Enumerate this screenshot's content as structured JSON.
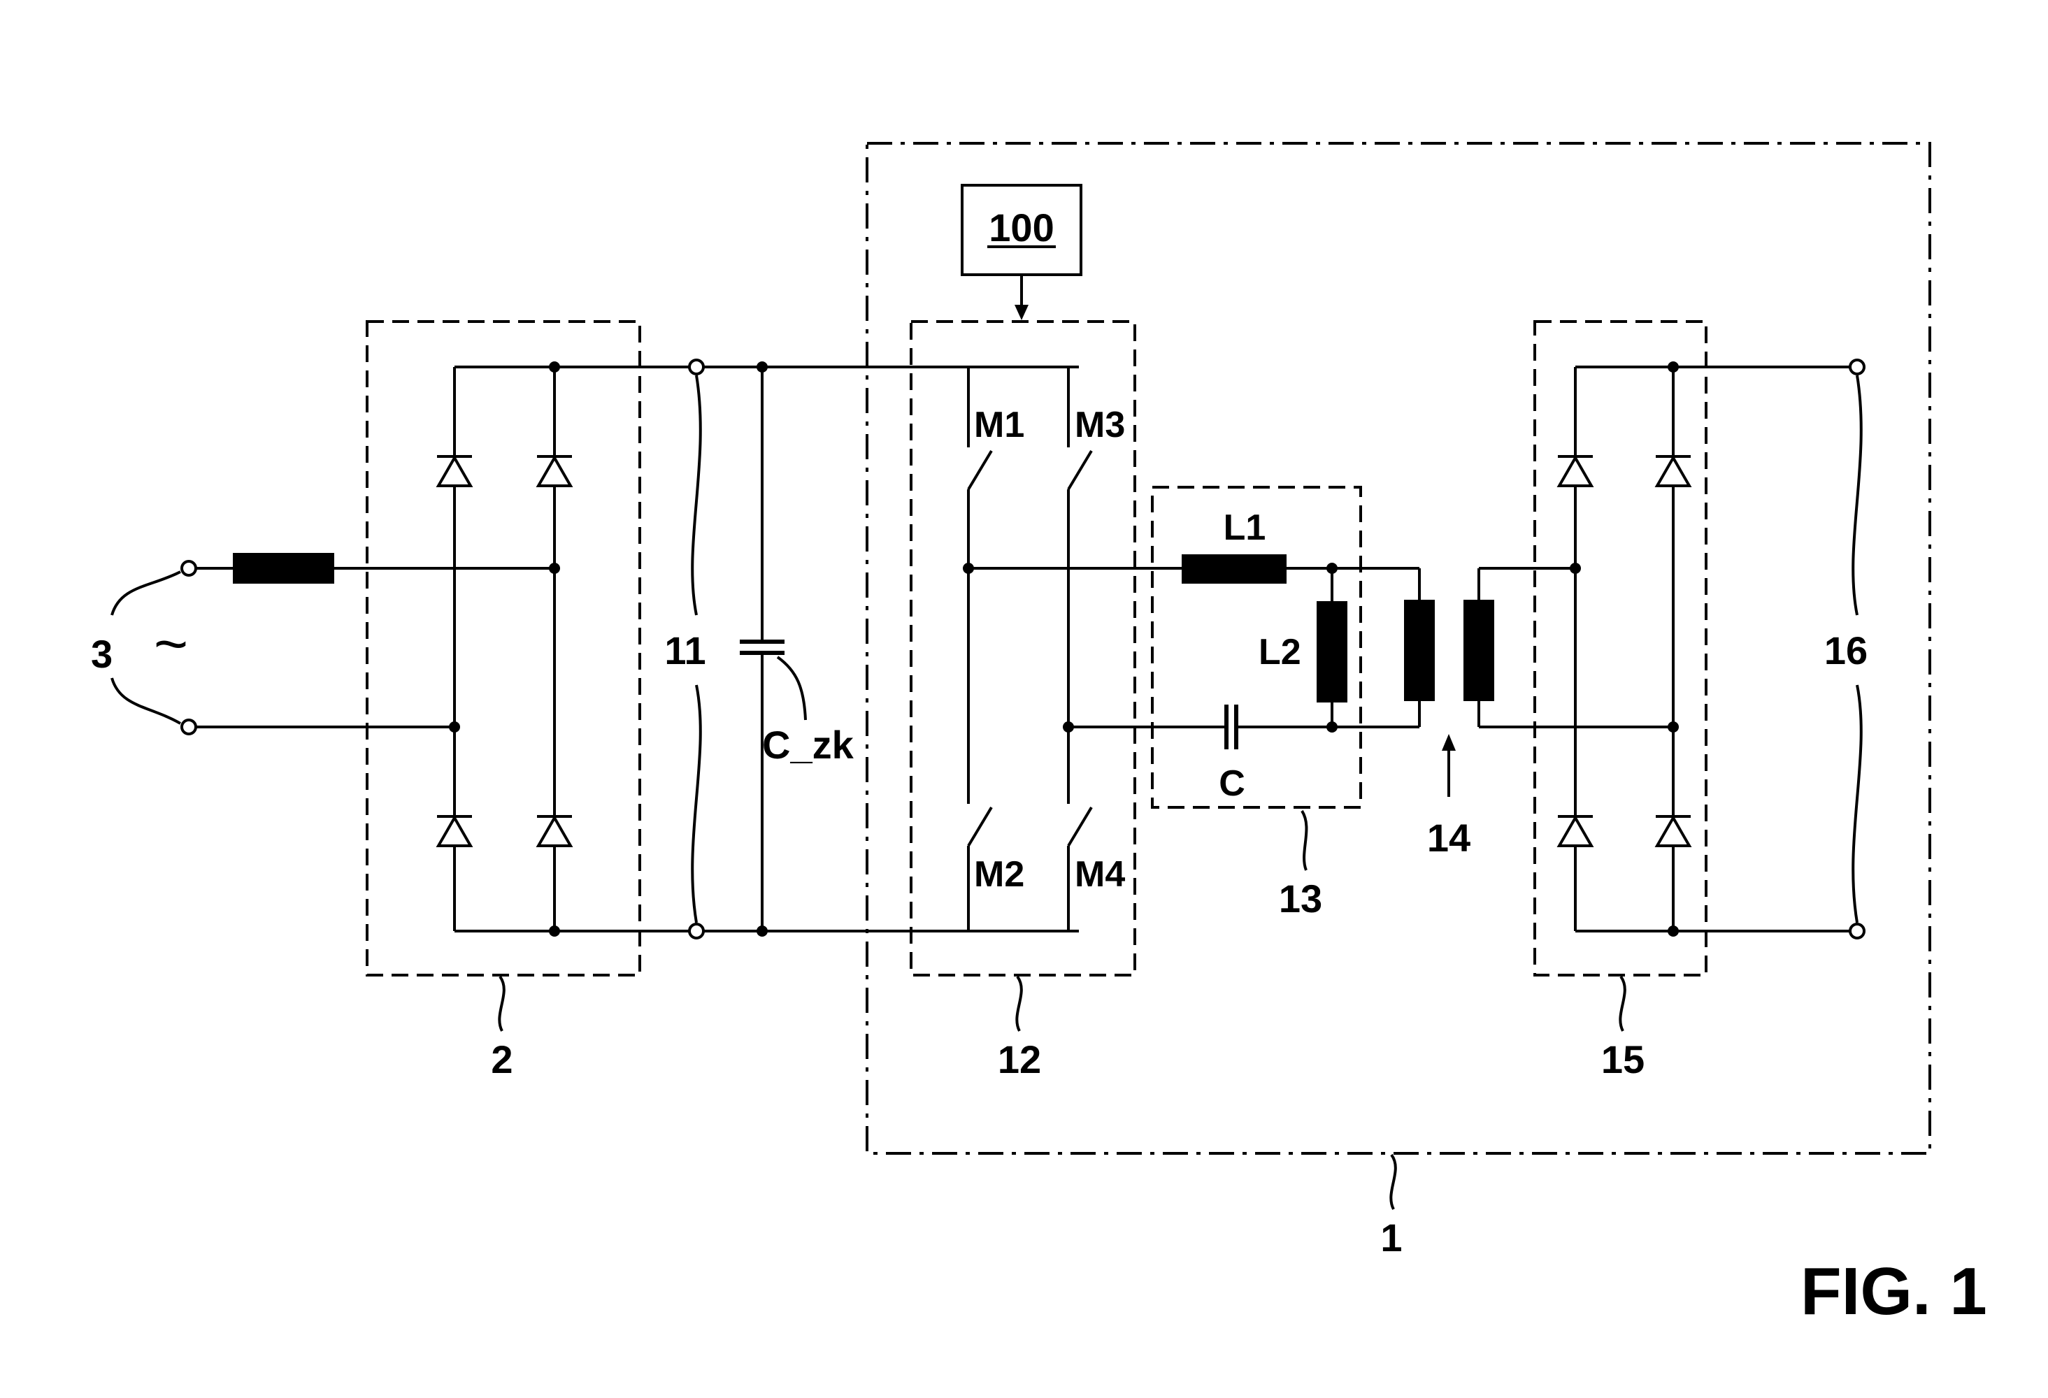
{
  "labels": {
    "ac_source": "3",
    "rectifier": "2",
    "dc_link": "11",
    "dc_capacitor": "C_zk",
    "controller": "100",
    "switch_m1": "M1",
    "switch_m2": "M2",
    "switch_m3": "M3",
    "switch_m4": "M4",
    "bridge": "12",
    "inductor_l1": "L1",
    "inductor_l2": "L2",
    "capacitor_c": "C",
    "resonant_tank": "13",
    "transformer": "14",
    "output_rectifier": "15",
    "output": "16",
    "converter": "1",
    "figure": "FIG. 1"
  },
  "symbols": {
    "ac_source_symbol": "~"
  }
}
